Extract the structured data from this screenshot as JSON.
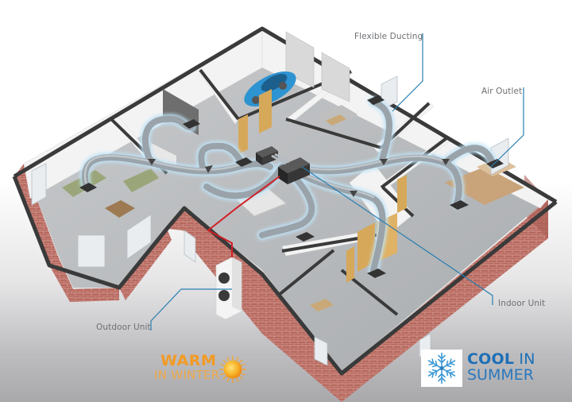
{
  "diagram": {
    "subject": "Ducted air conditioning system cutaway house",
    "callouts": {
      "flexible_ducting": "Flexible Ducting",
      "air_outlet": "Air Outlet",
      "indoor_unit": "Indoor Unit",
      "outdoor_unit": "Outdoor Unit"
    },
    "badges": {
      "warm": {
        "line1": "WARM",
        "line2": "IN WINTER",
        "icon": "sun-icon",
        "color": "#f39a23"
      },
      "cool": {
        "line1_bold": "COOL",
        "line1_rest": " IN",
        "line2": "SUMMER",
        "icon": "snowflake-icon",
        "color": "#1e6fb6"
      }
    },
    "colors": {
      "callout_line": "#2a7fb0",
      "refrigerant_pipe": "#d21f26",
      "duct_glow": "#bfe3f7",
      "brick": "#b4645c",
      "wall_cap": "#3b3b3b",
      "floor": "#b9bcbf",
      "car": "#2e93d1"
    }
  }
}
